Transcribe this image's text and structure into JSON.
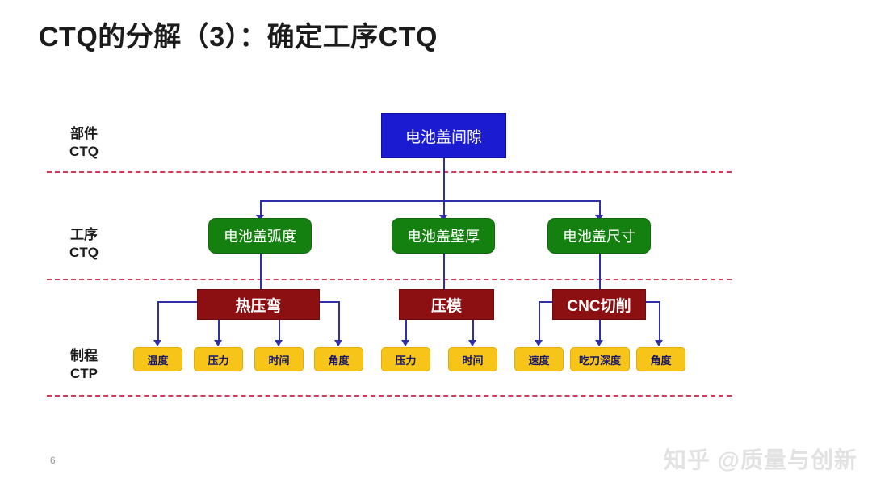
{
  "slide": {
    "title": "CTQ的分解（3）：确定工序CTQ",
    "page_number": "6",
    "watermark": "知乎 @质量与创新"
  },
  "colors": {
    "blue_box": "#1b1bd1",
    "green_box": "#14800f",
    "red_box": "#8c0f12",
    "yellow_box": "#f7c51a",
    "yellow_text": "#15166b",
    "connector": "#2f2fa8",
    "divider_dashed": "#d23a5a",
    "title_text": "#1c1c1c",
    "page_number_text": "#9a9a9a",
    "watermark_text": "#e2e2e2"
  },
  "rows": [
    {
      "line1": "部件",
      "line2": "CTQ"
    },
    {
      "line1": "工序",
      "line2": "CTQ"
    },
    {
      "line1": "制程",
      "line2": "CTP"
    }
  ],
  "component_ctq": {
    "label": "电池盖间隙"
  },
  "process_ctq": [
    {
      "label": "电池盖弧度"
    },
    {
      "label": "电池盖壁厚"
    },
    {
      "label": "电池盖尺寸"
    }
  ],
  "operations": [
    {
      "label": "热压弯"
    },
    {
      "label": "压模"
    },
    {
      "label": "CNC切削"
    }
  ],
  "ctp": [
    {
      "label": "温度"
    },
    {
      "label": "压力"
    },
    {
      "label": "时间"
    },
    {
      "label": "角度"
    },
    {
      "label": "压力"
    },
    {
      "label": "时间"
    },
    {
      "label": "速度"
    },
    {
      "label": "吃刀深度"
    },
    {
      "label": "角度"
    }
  ]
}
